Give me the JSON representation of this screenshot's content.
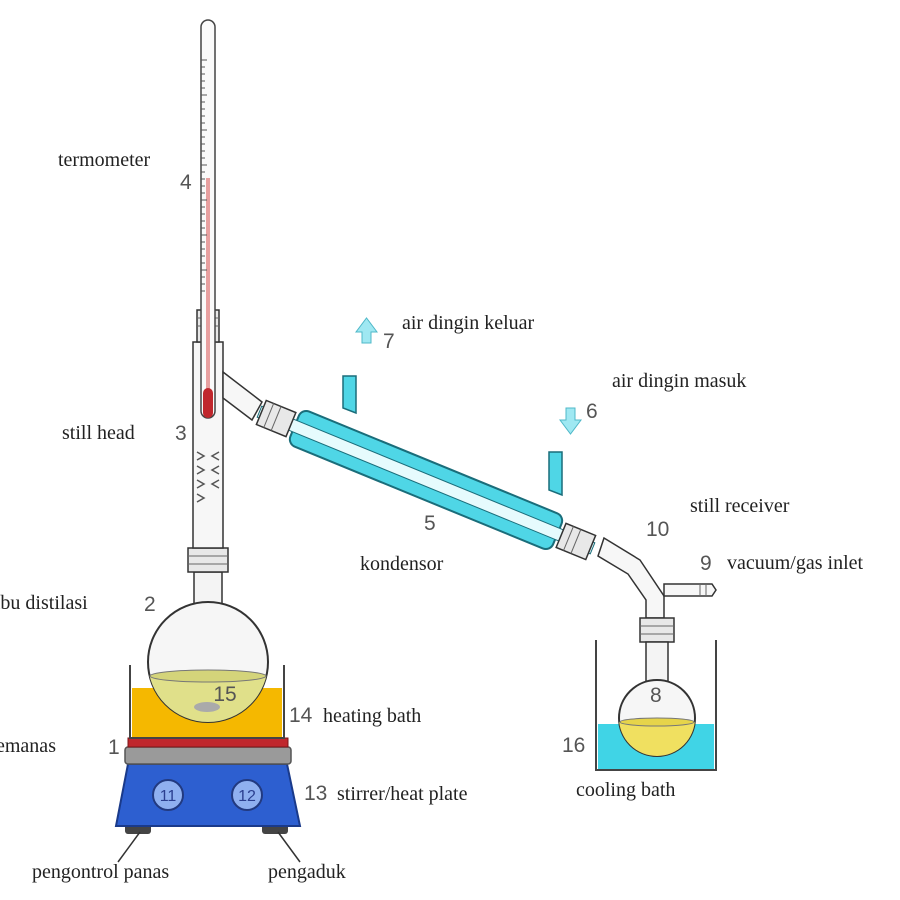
{
  "labels": {
    "termometer": "termometer",
    "air_dingin_keluar": "air dingin keluar",
    "air_dingin_masuk": "air dingin masuk",
    "still_head": "still head",
    "still_receiver": "still receiver",
    "kondensor": "kondensor",
    "vacuum_gas_inlet": "vacuum/gas inlet",
    "labu_distilasi": "labu distilasi",
    "heating_bath": "heating bath",
    "pemanas": "pemanas",
    "stirrer_heat_plate": "stirrer/heat plate",
    "cooling_bath": "cooling bath",
    "pengontrol_panas": "pengontrol panas",
    "pengaduk": "pengaduk"
  },
  "numbers": {
    "n1": "1",
    "n2": "2",
    "n3": "3",
    "n4": "4",
    "n5": "5",
    "n6": "6",
    "n7": "7",
    "n8": "8",
    "n9": "9",
    "n10": "10",
    "n11": "11",
    "n12": "12",
    "n13": "13",
    "n14": "14",
    "n15": "15",
    "n16": "16"
  },
  "colors": {
    "heating_bath": "#f5b800",
    "condenser_water": "#4fd6e6",
    "cooling_water": "#40d4e6",
    "heater_plate": "#c0272d",
    "stirrer_body": "#2d5fd0",
    "thermometer_liquid": "#c0272d",
    "flask_liquid": "#e0e08a",
    "glass_outline": "#333333"
  }
}
